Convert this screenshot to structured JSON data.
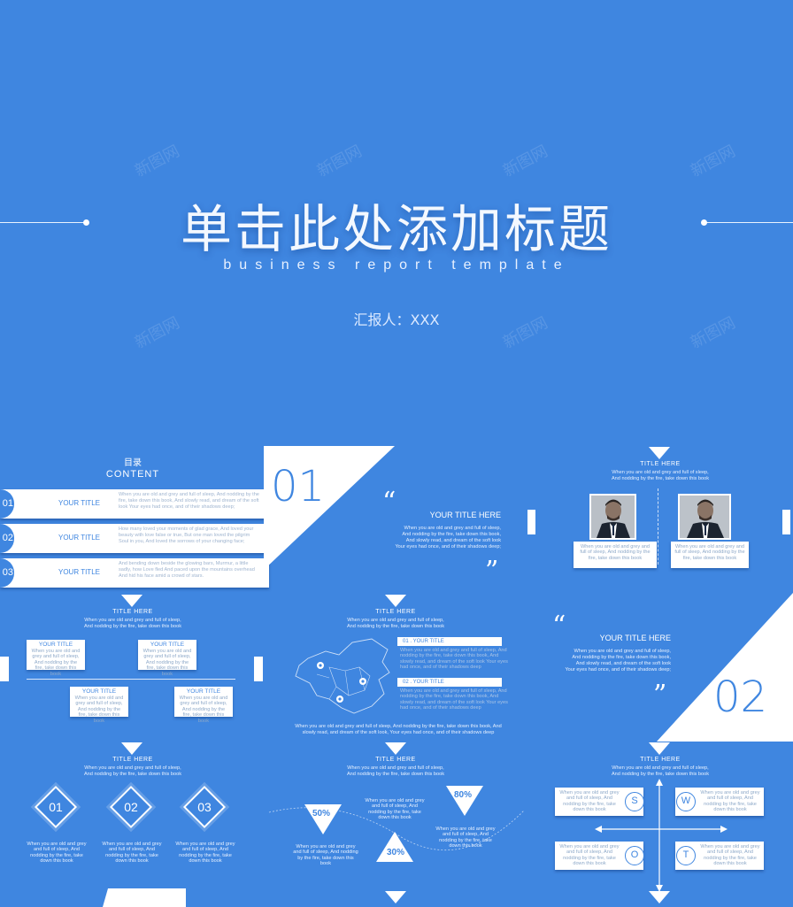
{
  "hero": {
    "title": "单击此处添加标题",
    "subtitle": "business report template",
    "reporter": "汇报人：XXX"
  },
  "watermark": "新图网",
  "toc": {
    "heading": "目录",
    "heading_en": "CONTENT",
    "items": [
      {
        "num": "01",
        "label": "YOUR TITLE",
        "text": "When you are old and grey and full of sleep, And nodding by the fire, take down this book, And slowly read, and dream of the soft look Your eyes had once, and of their shadows deep;"
      },
      {
        "num": "02",
        "label": "YOUR TITLE",
        "text": "How many loved your moments of glad grace, And loved your beauty with love false or true, But one man loved the pilgrim Soul in you, And loved the sorrows of your changing face;"
      },
      {
        "num": "03",
        "label": "YOUR TITLE",
        "text": "And bending down beside the glowing bars, Murmur, a little sadly, how Love fled And paced upon the mountains overhead And hid his face amid a crowd of stars."
      }
    ]
  },
  "section1": {
    "num": "01",
    "quote_open": "“",
    "quote_close": "”",
    "title": "YOUR TITLE HERE",
    "lines": [
      "When you are old and grey and full of sleep,",
      "And nodding by the fire, take down this book,",
      "And slowly read, and dream of the soft look",
      "Your eyes had once, and of their shadows deep;"
    ]
  },
  "section2": {
    "num": "02",
    "quote_open": "“",
    "quote_close": "”",
    "title": "YOUR TITLE HERE",
    "lines": [
      "When you are old and grey and full of sleep,",
      "And nodding by the fire, take down this book,",
      "And slowly read, and dream of the soft look",
      "Your eyes had once, and of their shadows deep;"
    ]
  },
  "common": {
    "title_here": "TITLE HERE",
    "sub_line1": "When you are old and grey and full of sleep,",
    "sub_line2": "And nodding by the fire, take down this book",
    "your_title": "YOUR TITLE",
    "small_text": "When you are old and grey and full of sleep, And nodding by the fire, take down this book"
  },
  "people": {
    "card_text": "When you are old and grey and full of sleep, And nodding by the fire, take down this book"
  },
  "map": {
    "item1": "01 . YOUR TITLE",
    "item2": "02 . YOUR TITLE",
    "item_text": "When you are old and grey and full of sleep, And nodding by the fire, take down this book, And slowly read, and dream of the soft look Your eyes had once, and of their shadows deep",
    "bottom1": "When you are old and grey and full of sleep, And nodding by the fire, take down this book, And",
    "bottom2": "slowly read, and dream of the soft look, Your eyes had once, and of their shadows deep"
  },
  "diamonds": {
    "labels": [
      "01",
      "02",
      "03"
    ],
    "text": "When you are old and grey and full of sleep, And nodding by the fire, take down this book"
  },
  "triangles": {
    "p1": "50%",
    "p2": "80%",
    "p3": "30%",
    "text": "When you are old and grey and full of sleep, And nodding by the fire, take down this book"
  },
  "swot": {
    "letters": [
      "S",
      "W",
      "O",
      "T"
    ],
    "text": "When you are old and grey and full of sleep, And nodding by the fire, take down this book"
  },
  "colors": {
    "background": "#3f86e0",
    "card": "#ffffff",
    "accent": "#3f86e0"
  }
}
